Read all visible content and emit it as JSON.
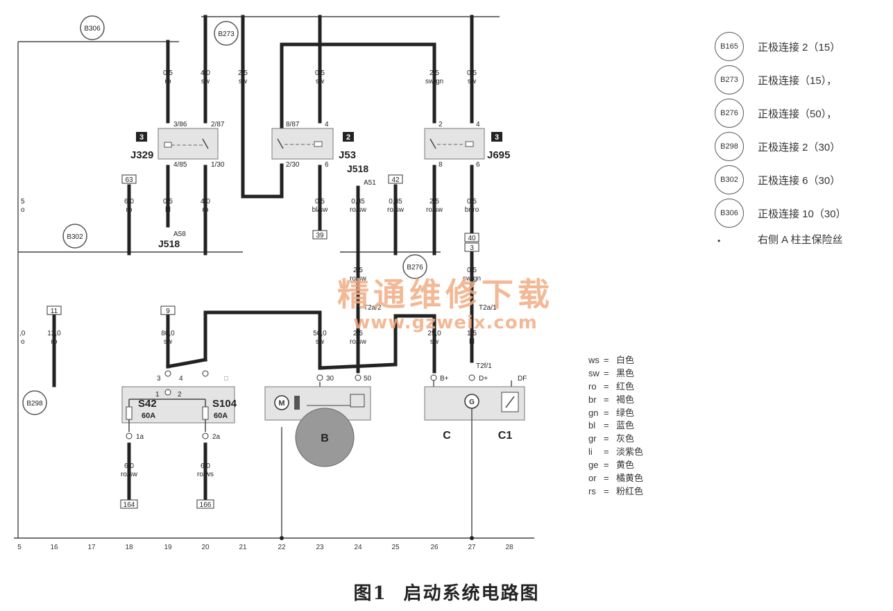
{
  "diagram": {
    "nodes": [
      {
        "id": "B306",
        "label": "B306"
      },
      {
        "id": "B273",
        "label": "B273"
      },
      {
        "id": "B302",
        "label": "B302"
      },
      {
        "id": "B276",
        "label": "B276"
      },
      {
        "id": "B298",
        "label": "B298"
      },
      {
        "id": "J329",
        "label": "J329"
      },
      {
        "id": "J53",
        "label": "J53"
      },
      {
        "id": "J695",
        "label": "J695"
      },
      {
        "id": "J518a",
        "label": "J518"
      },
      {
        "id": "J518b",
        "label": "J518"
      },
      {
        "id": "S42",
        "label": "S42"
      },
      {
        "id": "S104",
        "label": "S104"
      },
      {
        "id": "B",
        "label": "B"
      },
      {
        "id": "C",
        "label": "C"
      },
      {
        "id": "C1",
        "label": "C1"
      }
    ],
    "relay_badges": {
      "J329": "3",
      "J53": "2",
      "J695": "3"
    },
    "wire_labels": {
      "top": [
        {
          "size": "0,5",
          "color": "ro"
        },
        {
          "size": "4,0",
          "color": "sw"
        },
        {
          "size": "2,5",
          "color": "sw"
        },
        {
          "size": "0,5",
          "color": "sw"
        },
        {
          "size": "2,5",
          "color": "sw/gn"
        },
        {
          "size": "0,5",
          "color": "sw"
        }
      ],
      "mid": [
        {
          "size": "6,0",
          "color": "ro"
        },
        {
          "size": "0,5",
          "color": "bl"
        },
        {
          "size": "4,0",
          "color": "ro"
        },
        {
          "size": "0,5",
          "color": "bl/sw"
        },
        {
          "size": "0,35",
          "color": "ro/sw"
        },
        {
          "size": "0,35",
          "color": "ro/sw"
        },
        {
          "size": "2,5",
          "color": "ro/sw"
        },
        {
          "size": "0,5",
          "color": "br/ro"
        }
      ],
      "lower": [
        {
          "size": "2,5",
          "color": "ro/sw"
        },
        {
          "size": "0,5",
          "color": "sw/gn"
        },
        {
          "size": "12,0",
          "color": "ro"
        },
        {
          "size": "80,0",
          "color": "sw"
        },
        {
          "size": "50,0",
          "color": "sw"
        },
        {
          "size": "2,5",
          "color": "ro/sw"
        },
        {
          "size": "25,0",
          "color": "sw"
        },
        {
          "size": "1,5",
          "color": "bl"
        }
      ],
      "bottom": [
        {
          "size": "6,0",
          "color": "ro/sw"
        },
        {
          "size": "6,0",
          "color": "ro/ws"
        }
      ],
      "left_partial": [
        "5",
        "o",
        ",0",
        "o"
      ]
    },
    "pins": {
      "J329": [
        "3/86",
        "2/87",
        "4/85",
        "1/30"
      ],
      "J53": [
        "8/87",
        "4",
        "2/30",
        "6"
      ],
      "J695": [
        "2",
        "4",
        "8",
        "6"
      ],
      "S": [
        "3",
        "4",
        "1",
        "2",
        "1a",
        "2a"
      ],
      "B": [
        "30",
        "50"
      ],
      "C": [
        "B+",
        "D+",
        "DF",
        "T2f/1"
      ],
      "other": [
        "A51",
        "A58",
        "T2a/2",
        "T2a/1"
      ]
    },
    "fuse_values": {
      "S42": "60A",
      "S104": "60A"
    },
    "box_refs": [
      "63",
      "39",
      "42",
      "40",
      "3",
      "11",
      "9",
      "164",
      "166"
    ],
    "ground_scale": [
      "5",
      "16",
      "17",
      "18",
      "19",
      "20",
      "21",
      "22",
      "23",
      "24",
      "25",
      "26",
      "27",
      "28"
    ],
    "small_mark": "□"
  },
  "references": [
    {
      "id": "B165",
      "text": "正极连接 2（15）"
    },
    {
      "id": "B273",
      "text": "正极连接（15），"
    },
    {
      "id": "B276",
      "text": "正极连接（50），"
    },
    {
      "id": "B298",
      "text": "正极连接 2（30）"
    },
    {
      "id": "B302",
      "text": "正极连接 6（30）"
    },
    {
      "id": "B306",
      "text": "正极连接 10（30）"
    },
    {
      "id": "",
      "text": "右侧 A 柱主保险丝"
    }
  ],
  "legend": [
    {
      "abbr": "ws",
      "name": "白色"
    },
    {
      "abbr": "sw",
      "name": "黑色"
    },
    {
      "abbr": "ro",
      "name": "红色"
    },
    {
      "abbr": "br",
      "name": "褐色"
    },
    {
      "abbr": "gn",
      "name": "绿色"
    },
    {
      "abbr": "bl",
      "name": "蓝色"
    },
    {
      "abbr": "gr",
      "name": "灰色"
    },
    {
      "abbr": "li",
      "name": "淡紫色"
    },
    {
      "abbr": "ge",
      "name": "黄色"
    },
    {
      "abbr": "or",
      "name": "橘黄色"
    },
    {
      "abbr": "rs",
      "name": "粉红色"
    }
  ],
  "caption": {
    "figure": "图1",
    "title": "启动系统电路图"
  },
  "watermark": {
    "cn": "精通维修下载",
    "url": "www.gzweix.com"
  }
}
